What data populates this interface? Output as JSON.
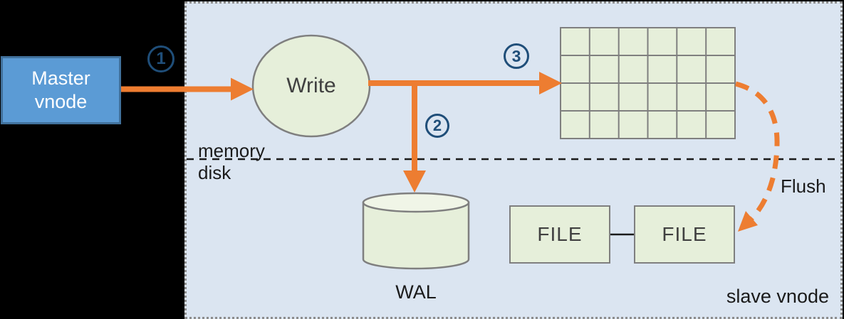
{
  "master_box": {
    "line1": "Master",
    "line2": "vnode"
  },
  "write_node": {
    "label": "Write"
  },
  "badges": {
    "step1": "1",
    "step2": "2",
    "step3": "3"
  },
  "memory_disk": {
    "memory": "memory",
    "disk": "disk"
  },
  "wal": {
    "label": "WAL"
  },
  "files": {
    "file1": "FILE",
    "file2": "FILE"
  },
  "flush": {
    "label": "Flush"
  },
  "panel": {
    "label": "slave vnode"
  },
  "grid": {
    "rows": 4,
    "cols": 6
  },
  "colors": {
    "accent_orange": "#ed7d31",
    "node_fill": "#e6efda",
    "node_fill_light": "#f0f5e7",
    "node_border": "#7f7f7f",
    "panel_fill": "#dbe5f1",
    "panel_border": "#8c8c8c",
    "master_fill": "#5b9bd5",
    "master_border": "#41719c",
    "badge_blue": "#1f4e79",
    "text_dark": "#404040",
    "background": "#000000"
  }
}
